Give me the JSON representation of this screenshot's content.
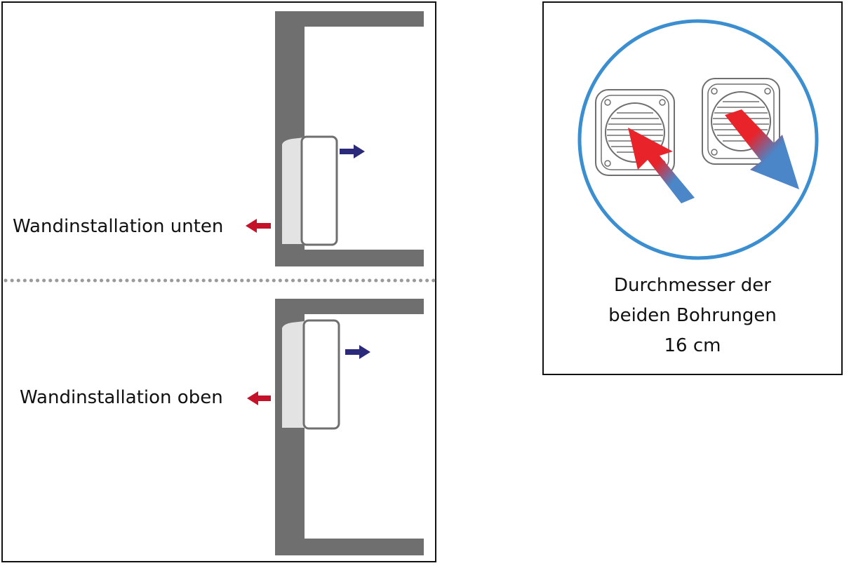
{
  "left_panel": {
    "lower_label": "Wandinstallation unten",
    "upper_label": "Wandinstallation oben"
  },
  "right_panel": {
    "caption_line1": "Durchmesser der",
    "caption_line2": "beiden Bohrungen",
    "caption_line3": "16 cm"
  },
  "colors": {
    "wall": "#6f6f6f",
    "unit_body": "#e3e3e3",
    "unit_outline": "#6f6f6f",
    "exhaust_arrow": "#c4122b",
    "intake_arrow": "#2b2a7a",
    "circle": "#3b8ecf",
    "hot_air": "#e8232a",
    "cool_air": "#4a86c8"
  },
  "icons": [
    "wall-section-icon",
    "ac-unit-icon",
    "arrow-right-icon",
    "arrow-left-icon",
    "vent-grille-icon"
  ]
}
